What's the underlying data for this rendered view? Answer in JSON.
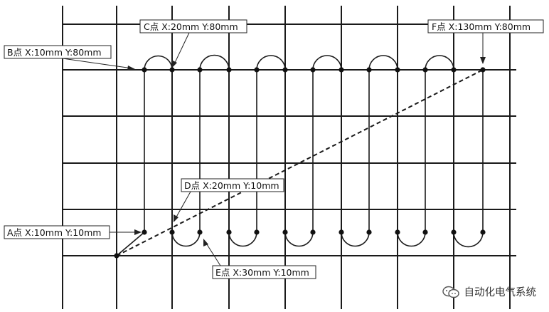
{
  "labels": {
    "A": "A点 X:10mm Y:10mm",
    "B": "B点 X:10mm Y:80mm",
    "C": "C点 X:20mm Y:80mm",
    "D": "D点 X:20mm Y:10mm",
    "E": "E点 X:30mm Y:10mm",
    "F": "F点 X:130mm Y:80mm"
  },
  "watermark": "自动化电气系统",
  "colors": {
    "line": "#1a1a1a",
    "background": "#ffffff"
  }
}
